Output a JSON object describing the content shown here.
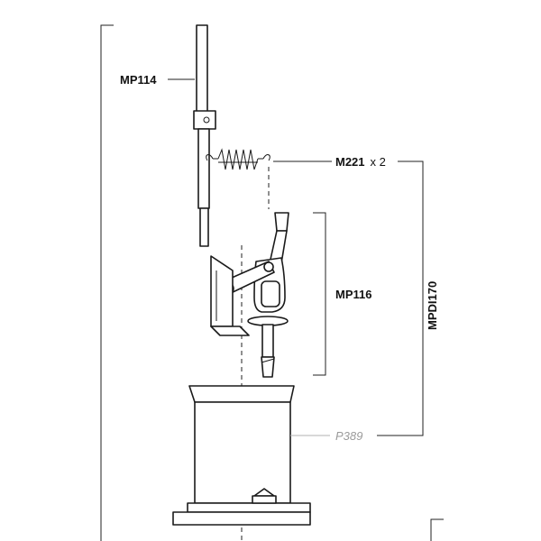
{
  "labels": {
    "mp114": "MP114",
    "m221": "M221",
    "m221_qty": "x 2",
    "mp116": "MP116",
    "p389": "P389",
    "mpdi170": "MPDI170"
  },
  "colors": {
    "line": "#222222",
    "ghost_label": "#9a9a9a"
  }
}
